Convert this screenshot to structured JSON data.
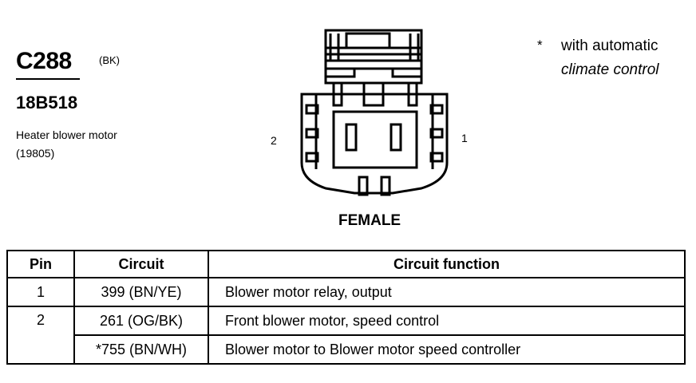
{
  "connector": {
    "id": "C288",
    "color": "(BK)",
    "part_number": "18B518",
    "component_name": "Heater blower motor",
    "component_code": "(19805)",
    "gender": "FEMALE",
    "pin_left": "2",
    "pin_right": "1"
  },
  "note": {
    "marker": "*",
    "line1": "with automatic",
    "line2": "climate control"
  },
  "table": {
    "headers": [
      "Pin",
      "Circuit",
      "Circuit function"
    ],
    "rows": [
      {
        "pin": "1",
        "circuit": "399 (BN/YE)",
        "function": "Blower motor relay, output"
      },
      {
        "pin": "2",
        "circuit": "261 (OG/BK)",
        "function": "Front blower motor, speed control"
      },
      {
        "pin": "",
        "circuit": "*755 (BN/WH)",
        "function": "Blower motor to Blower motor speed controller"
      }
    ]
  }
}
